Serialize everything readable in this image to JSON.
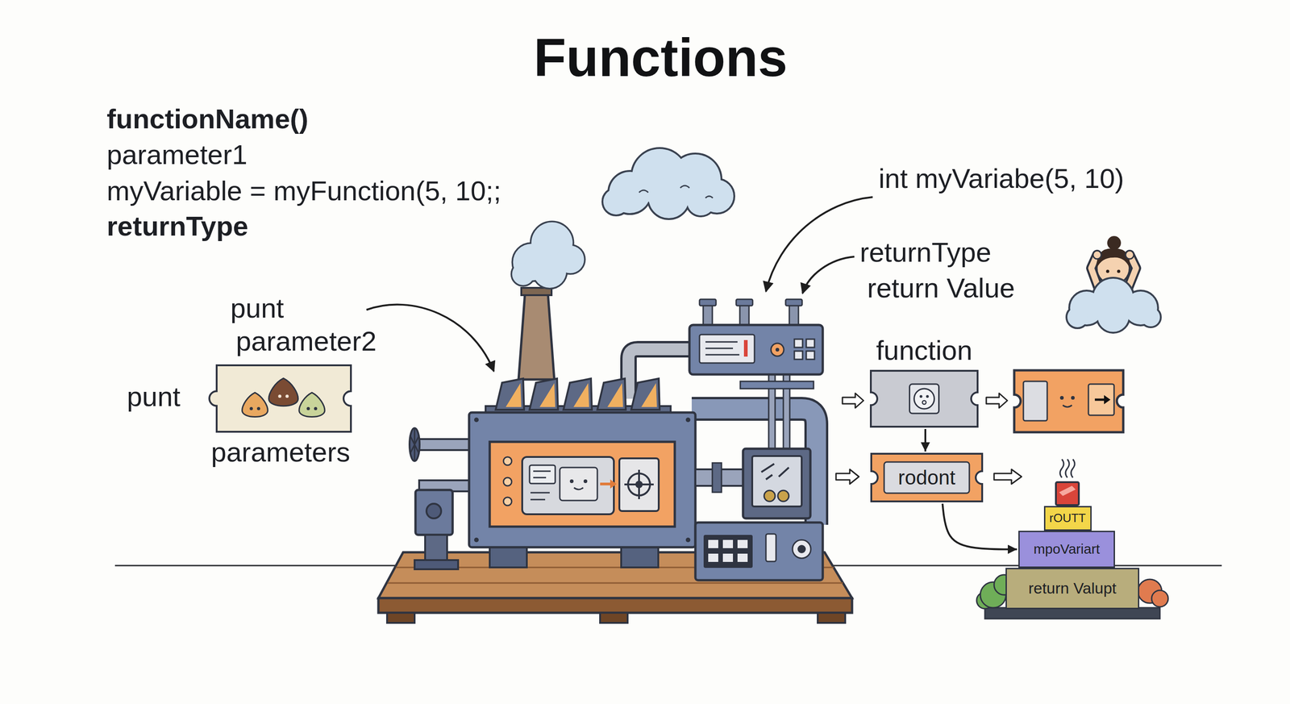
{
  "diagram": {
    "title": "Functions",
    "nodes": [
      {
        "text": [
          "parameters"
        ]
      },
      {
        "text": [
          "function"
        ]
      },
      {
        "text": [
          "rodont"
        ]
      },
      {
        "text": [
          "rOUTT"
        ]
      },
      {
        "text": [
          "mpoVariart"
        ]
      },
      {
        "text": [
          "return Valupt"
        ]
      }
    ],
    "edges": [
      {
        "from": 1,
        "to": 2,
        "arrow": "to"
      },
      {
        "from": 2,
        "to": 4,
        "arrow": "to"
      }
    ],
    "labels": [
      "functionName()",
      "parameter1",
      "myVariable = myFunction(5, 10;;",
      "returnType",
      "int myVariabe(5, 10)",
      "returnType",
      "return Value",
      "punt",
      "parameter2",
      "punt"
    ]
  }
}
